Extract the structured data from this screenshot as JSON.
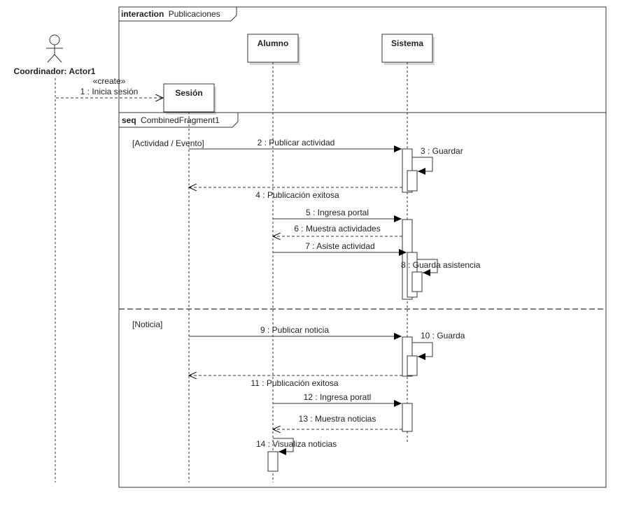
{
  "frame": {
    "keyword": "interaction",
    "name": "Publicaciones"
  },
  "actor": {
    "name": "Coordinador: Actor1"
  },
  "lifelines": {
    "sesion": "Sesión",
    "alumno": "Alumno",
    "sistema": "Sistema"
  },
  "create": {
    "stereotype": "«create»",
    "label": "1 : Inicia sesión"
  },
  "fragment": {
    "keyword": "seq",
    "name": "CombinedFragment1",
    "guard1": "[Actividad / Evento]",
    "guard2": "[Noticia]"
  },
  "messages": {
    "m2": "2 : Publicar actividad",
    "m3": "3 : Guardar",
    "m4": "4 : Publicación exitosa",
    "m5": "5 : Ingresa portal",
    "m6": "6 : Muestra actividades",
    "m7": "7 : Asiste actividad",
    "m8": "8 : Guarda asistencia",
    "m9": "9 : Publicar noticia",
    "m10": "10 : Guarda",
    "m11": "11 : Publicación exitosa",
    "m12": "12 : Ingresa poratl",
    "m13": "13 : Muestra noticias",
    "m14": "14 : Visualiza noticias"
  }
}
